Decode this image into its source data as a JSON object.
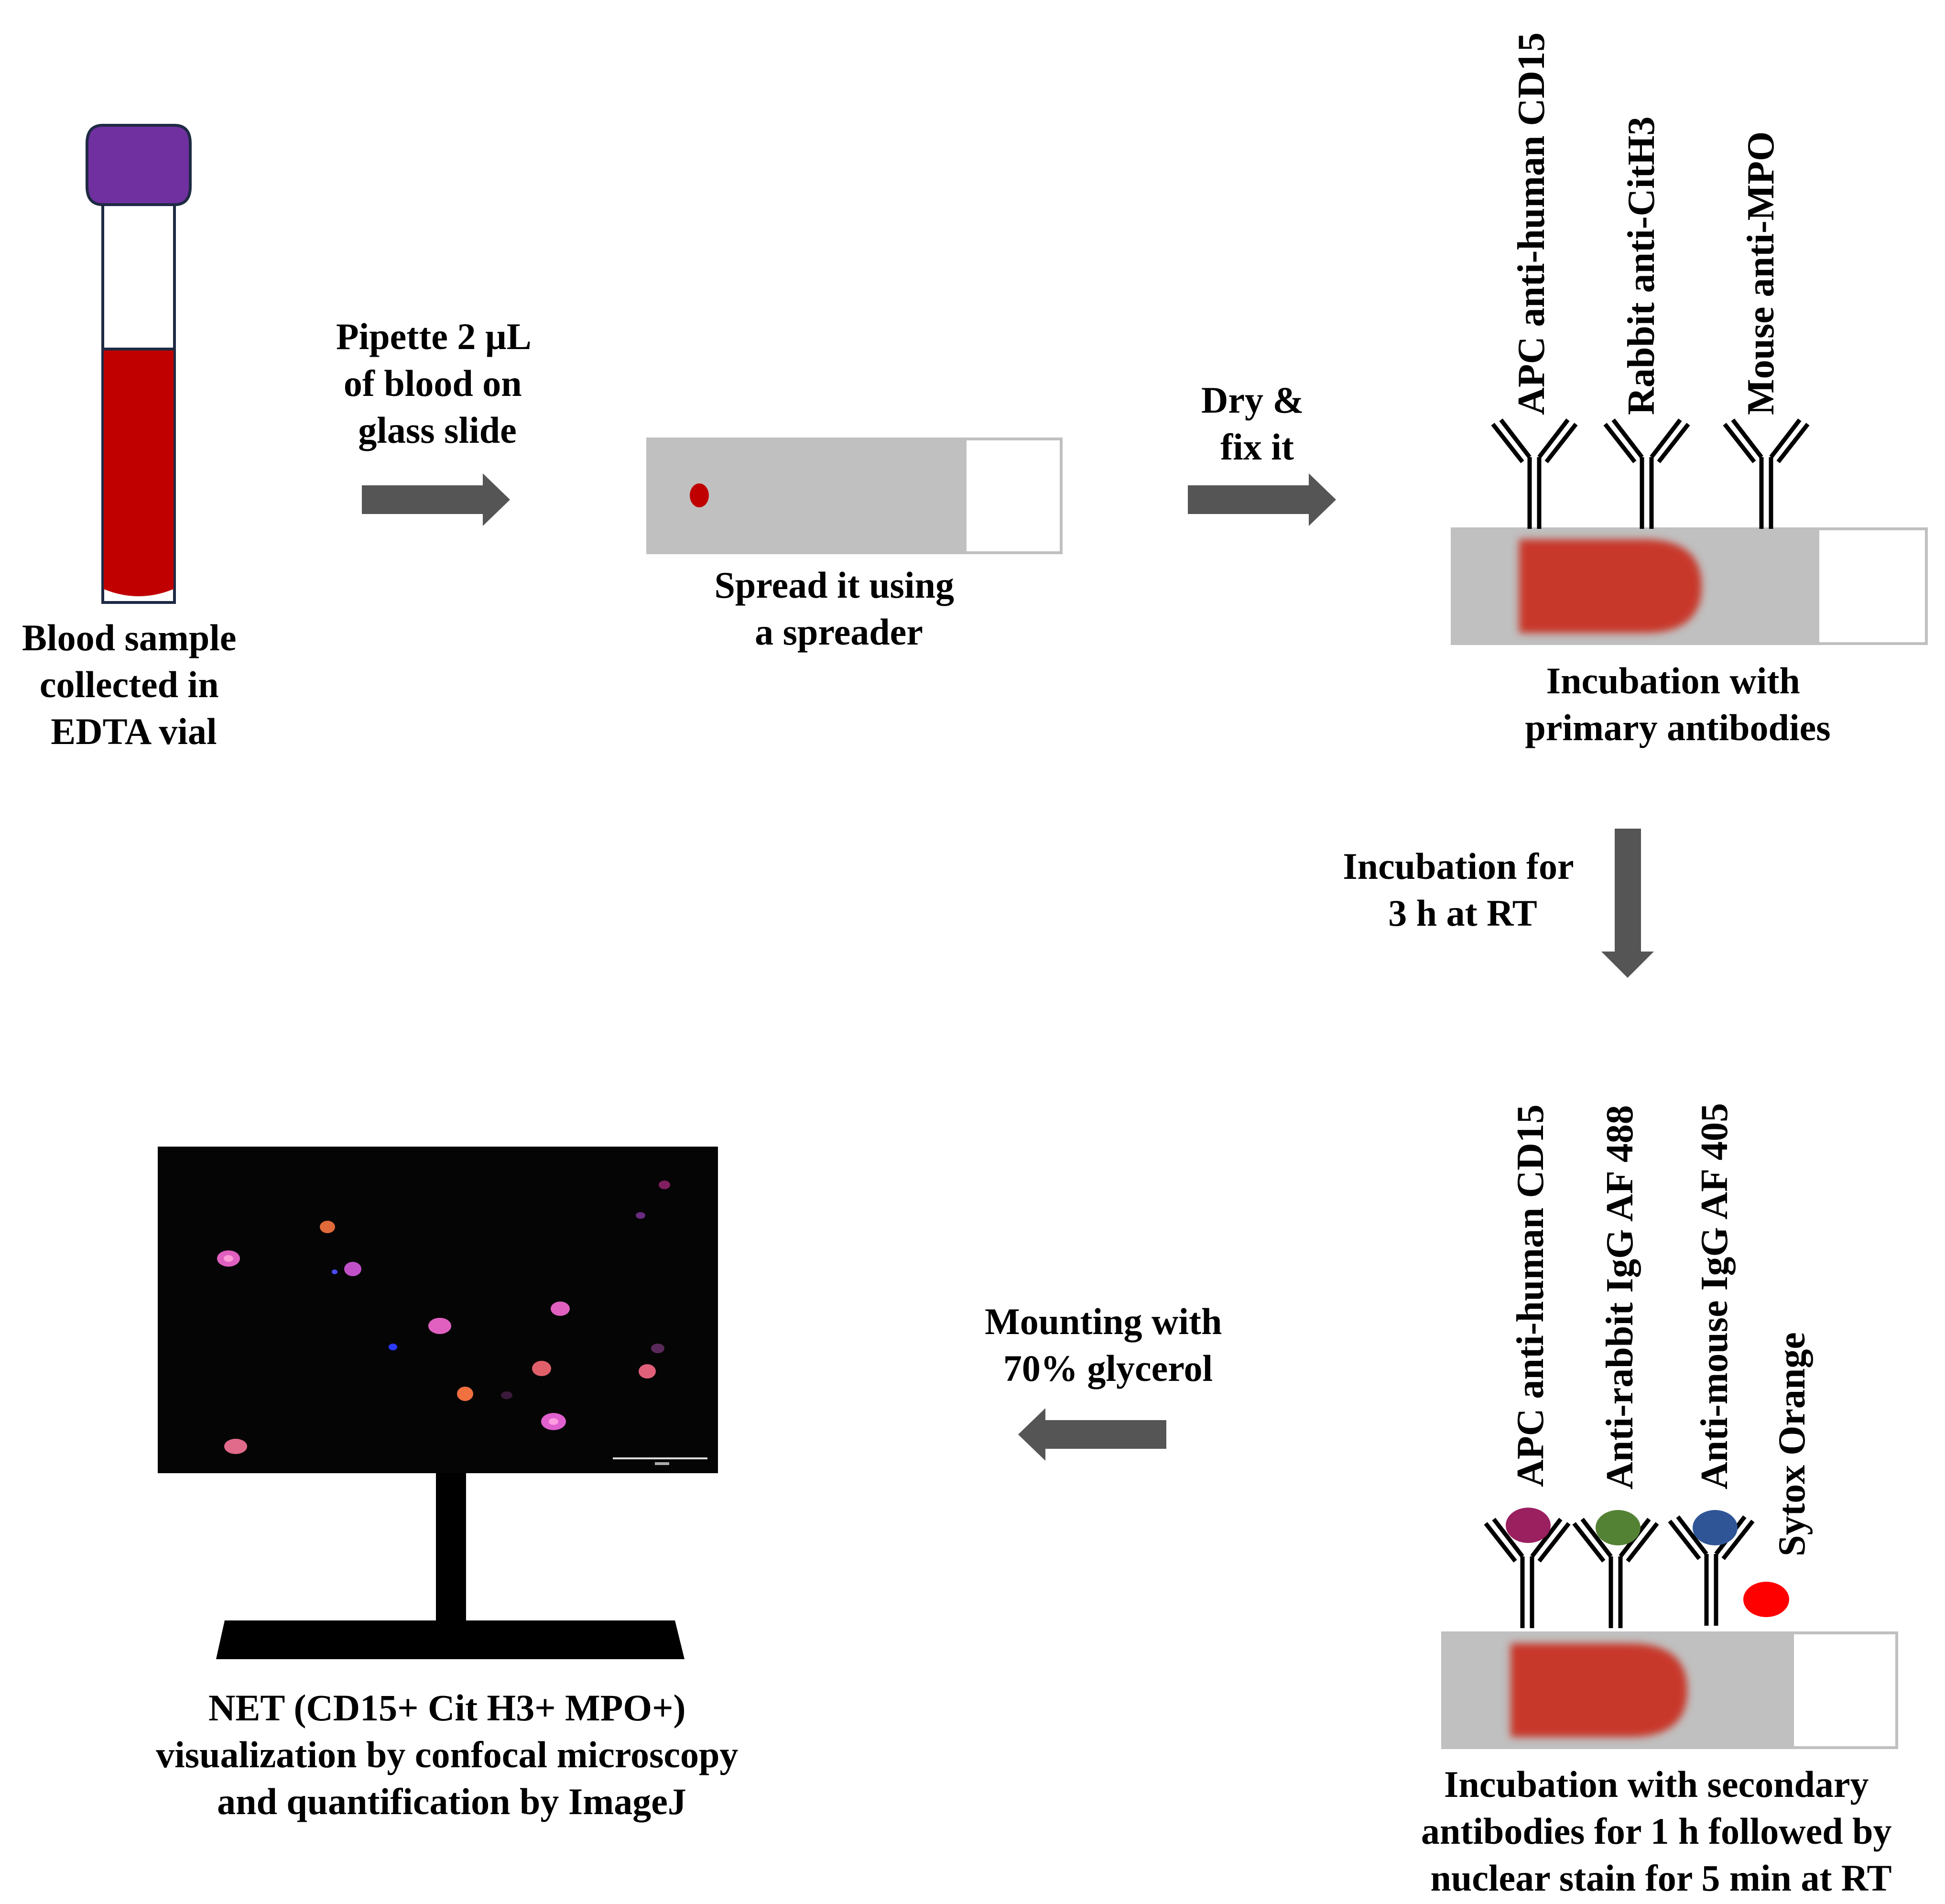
{
  "labels": {
    "blood": [
      "Blood sample",
      "collected in",
      "EDTA vial"
    ],
    "pipette": [
      "Pipette 2 µL",
      "of blood on",
      "glass slide"
    ],
    "spread": [
      "Spread it using",
      "a spreader"
    ],
    "dry": [
      "Dry &",
      "fix it"
    ],
    "primary": [
      "Incubation with",
      "primary antibodies"
    ],
    "incubation3h": [
      "Incubation for",
      "3 h at RT"
    ],
    "secondary": [
      "Incubation with secondary",
      "antibodies for 1 h followed by",
      "nuclear stain for 5 min at RT"
    ],
    "mounting": [
      "Mounting with",
      "70% glycerol"
    ],
    "net": [
      "NET (CD15+ Cit H3+ MPO+)",
      "visualization by confocal microscopy",
      "and quantification by ImageJ"
    ]
  },
  "primary_antibodies": [
    "APC anti-human CD15",
    "Rabbit anti-CitH3",
    "Mouse anti-MPO"
  ],
  "secondary_antibodies": [
    "APC anti-human CD15",
    "Anti-rabbit IgG AF 488",
    "Anti-mouse IgG AF 405",
    "Sytox Orange"
  ],
  "colors": {
    "tube_cap": "#7030a0",
    "blood": "#c00000",
    "smear": "#c8392b",
    "slide": "#c0c0c0",
    "arrow": "#555555",
    "apc": "#9b2060",
    "af488": "#548235",
    "af405": "#2f5597",
    "sytox": "#ff0000"
  }
}
